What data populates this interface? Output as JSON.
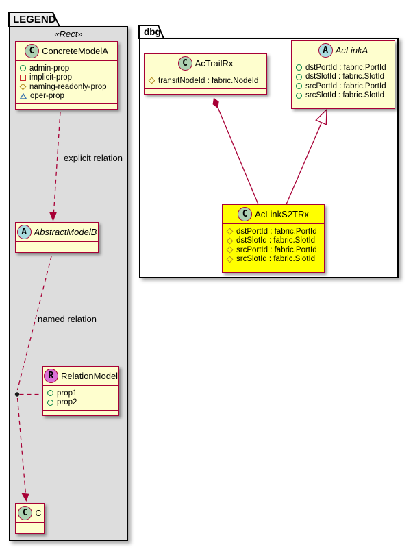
{
  "packages": {
    "legend": {
      "title": "LEGEND",
      "stereotype": "«Rect»"
    },
    "dbg": {
      "title": "dbg"
    }
  },
  "classes": {
    "concrete_model_a": {
      "name": "ConcreteModelA",
      "spot_letter": "C",
      "spot_kind": "class",
      "attributes": [
        {
          "icon": "circle",
          "label": "admin-prop"
        },
        {
          "icon": "square",
          "label": "implicit-prop"
        },
        {
          "icon": "diamond",
          "label": "naming-readonly-prop"
        },
        {
          "icon": "triangle",
          "label": "oper-prop"
        }
      ]
    },
    "abstract_model_b": {
      "name": "AbstractModelB",
      "spot_letter": "A",
      "spot_kind": "abstract",
      "italic_name": true,
      "attributes": []
    },
    "relation_model": {
      "name": "RelationModel",
      "spot_letter": "R",
      "spot_kind": "relation",
      "attributes": [
        {
          "icon": "circle",
          "label": "prop1"
        },
        {
          "icon": "circle",
          "label": "prop2"
        }
      ]
    },
    "class_c": {
      "name": "C",
      "spot_letter": "C",
      "spot_kind": "class",
      "attributes": []
    },
    "ac_trail_rx": {
      "name": "AcTrailRx",
      "spot_letter": "C",
      "spot_kind": "class",
      "attributes": [
        {
          "icon": "diamond",
          "label": "transitNodeId : fabric.NodeId"
        }
      ]
    },
    "ac_link_a": {
      "name": "AcLinkA",
      "spot_letter": "A",
      "spot_kind": "abstract",
      "italic_name": true,
      "attributes": [
        {
          "icon": "circle",
          "label": "dstPortId : fabric.PortId"
        },
        {
          "icon": "circle",
          "label": "dstSlotId : fabric.SlotId"
        },
        {
          "icon": "circle",
          "label": "srcPortId : fabric.PortId"
        },
        {
          "icon": "circle",
          "label": "srcSlotId : fabric.SlotId"
        }
      ]
    },
    "ac_link_s2t_rx": {
      "name": "AcLinkS2TRx",
      "spot_letter": "C",
      "spot_kind": "class",
      "highlight": true,
      "attributes": [
        {
          "icon": "diamond",
          "label": "dstPortId : fabric.PortId"
        },
        {
          "icon": "diamond",
          "label": "dstSlotId : fabric.SlotId"
        },
        {
          "icon": "diamond",
          "label": "srcPortId : fabric.PortId"
        },
        {
          "icon": "diamond",
          "label": "srcSlotId : fabric.SlotId"
        }
      ]
    }
  },
  "relation_labels": {
    "explicit": "explicit relation",
    "named": "named relation"
  },
  "colors": {
    "class_border": "#A80036",
    "class_fill": "#FEFECE",
    "highlight_fill": "#FFFF00",
    "legend_fill": "#DDDDDD",
    "line": "#A80036",
    "spot_class": "#ADD1B2",
    "spot_abstract": "#A9DCDF",
    "spot_relation": "#DA70D6",
    "icon_circle": "#038048",
    "icon_square": "#C82930",
    "icon_diamond": "#B38D22",
    "icon_triangle": "#4177AF"
  }
}
